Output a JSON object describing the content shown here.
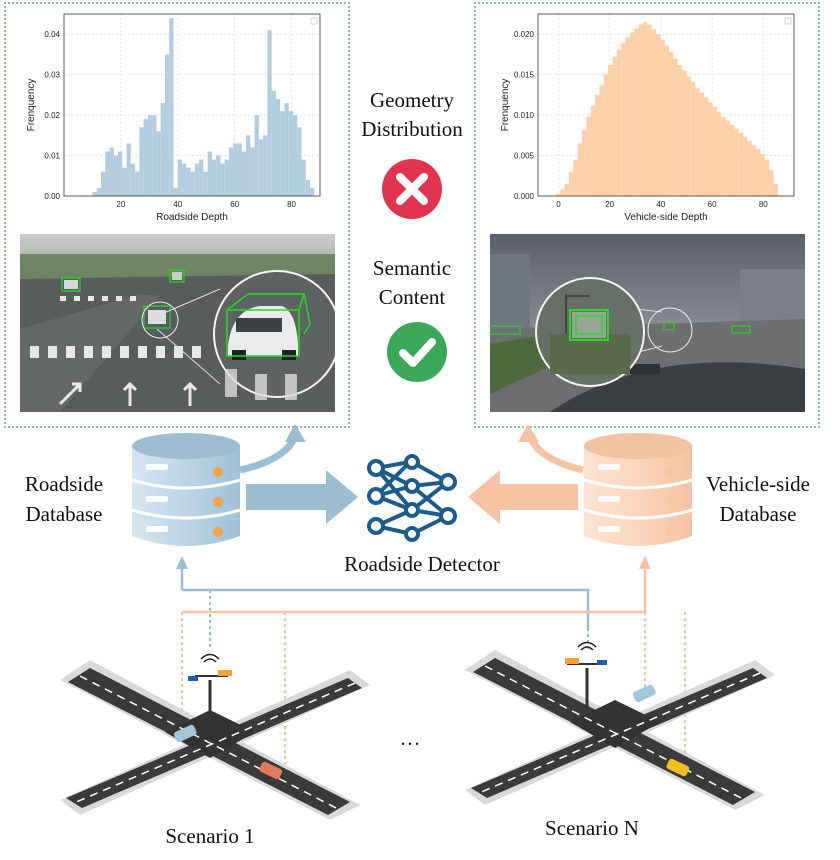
{
  "labels": {
    "geometry_line1": "Geometry",
    "geometry_line2": "Distribution",
    "semantic_line1": "Semantic",
    "semantic_line2": "Content",
    "roadside_db_line1": "Roadside",
    "roadside_db_line2": "Database",
    "vehicle_db_line1": "Vehicle-side",
    "vehicle_db_line2": "Database",
    "detector": "Roadside Detector",
    "scenario_1": "Scenario 1",
    "scenario_n": "Scenario N",
    "ellipsis": "…"
  },
  "colors": {
    "roadside": "#b3cde0",
    "vehicle": "#fdd0a8",
    "cross": "#e0334f",
    "check": "#3aa856",
    "network": "#1b5c8c",
    "arrow_blue": "#9bbdd0",
    "arrow_orange": "#f5c2a2"
  },
  "chart_data": [
    {
      "type": "bar",
      "xlabel": "Roadside Depth",
      "ylabel": "Frenquency",
      "xlim": [
        0,
        90
      ],
      "ylim": [
        0,
        0.045
      ],
      "xticks": [
        "20",
        "40",
        "60",
        "80"
      ],
      "yticks": [
        "0.00",
        "0.01",
        "0.02",
        "0.03",
        "0.04"
      ],
      "bin_start": 10,
      "bin_width": 1.5,
      "values": [
        0.001,
        0.002,
        0.006,
        0.011,
        0.012,
        0.01,
        0.011,
        0.007,
        0.013,
        0.008,
        0.006,
        0.017,
        0.019,
        0.02,
        0.02,
        0.016,
        0.023,
        0.035,
        0.044,
        0.002,
        0.009,
        0.008,
        0.007,
        0.006,
        0.008,
        0.009,
        0.006,
        0.011,
        0.009,
        0.01,
        0.008,
        0.009,
        0.012,
        0.013,
        0.013,
        0.011,
        0.015,
        0.012,
        0.02,
        0.014,
        0.015,
        0.041,
        0.026,
        0.024,
        0.021,
        0.023,
        0.021,
        0.02,
        0.017,
        0.009,
        0.004,
        0.002
      ]
    },
    {
      "type": "bar",
      "xlabel": "Vehicle-side Depth",
      "ylabel": "Frenquency",
      "xlim": [
        -8,
        92
      ],
      "ylim": [
        0,
        0.0225
      ],
      "xticks": [
        "0",
        "20",
        "40",
        "60",
        "80"
      ],
      "yticks": [
        "0.000",
        "0.005",
        "0.010",
        "0.015",
        "0.020"
      ],
      "bin_start": -1,
      "bin_width": 1.7,
      "values": [
        0.0003,
        0.0008,
        0.0015,
        0.003,
        0.0045,
        0.0065,
        0.0082,
        0.0098,
        0.0112,
        0.0125,
        0.0137,
        0.015,
        0.0162,
        0.0172,
        0.0181,
        0.0189,
        0.0196,
        0.0202,
        0.0207,
        0.0212,
        0.0215,
        0.0212,
        0.0206,
        0.02,
        0.0193,
        0.0186,
        0.0178,
        0.017,
        0.0162,
        0.0155,
        0.0148,
        0.0141,
        0.0134,
        0.0128,
        0.0122,
        0.0116,
        0.011,
        0.0104,
        0.0098,
        0.0093,
        0.0088,
        0.0083,
        0.0078,
        0.0073,
        0.0068,
        0.0063,
        0.0058,
        0.0052,
        0.0045,
        0.0032,
        0.0015
      ]
    }
  ]
}
